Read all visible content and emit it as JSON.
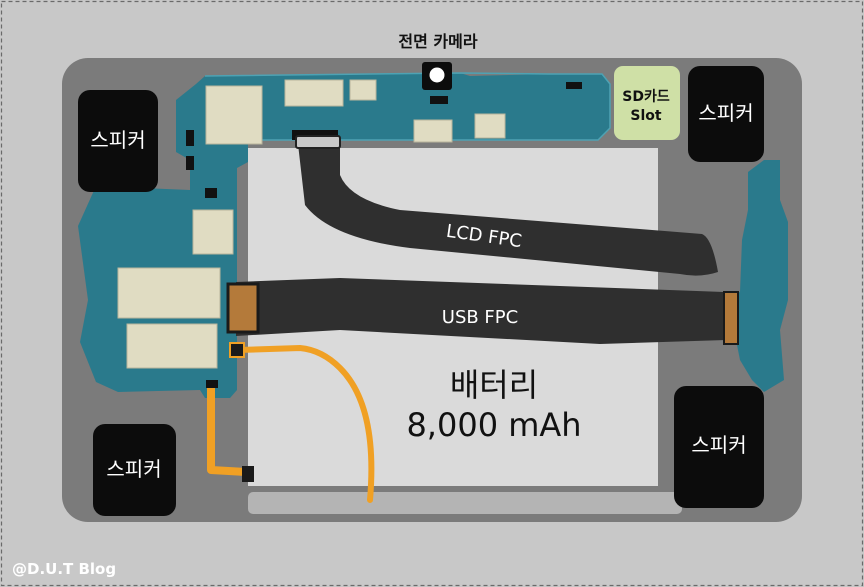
{
  "labels": {
    "front_camera": "전면 카메라",
    "sd_card_line1": "SD카드",
    "sd_card_line2": "Slot",
    "speaker_top_left": "스피커",
    "speaker_top_right": "스피커",
    "speaker_bottom_left": "스피커",
    "speaker_bottom_right": "스피커",
    "lcd_fpc": "LCD FPC",
    "usb_fpc": "USB FPC",
    "battery_title": "배터리",
    "battery_capacity": "8,000 mAh",
    "watermark": "@D.U.T Blog"
  },
  "colors": {
    "background": "#c8c8c8",
    "frame": "#7b7b7b",
    "board": "#2a7a8c",
    "battery": "#dadada",
    "speaker": "#0c0c0c",
    "sd_slot": "#cfe0a6",
    "chip": "#e0dcc2",
    "flex_cable": "#2f2f2f",
    "orange_cable": "#f0a024"
  }
}
